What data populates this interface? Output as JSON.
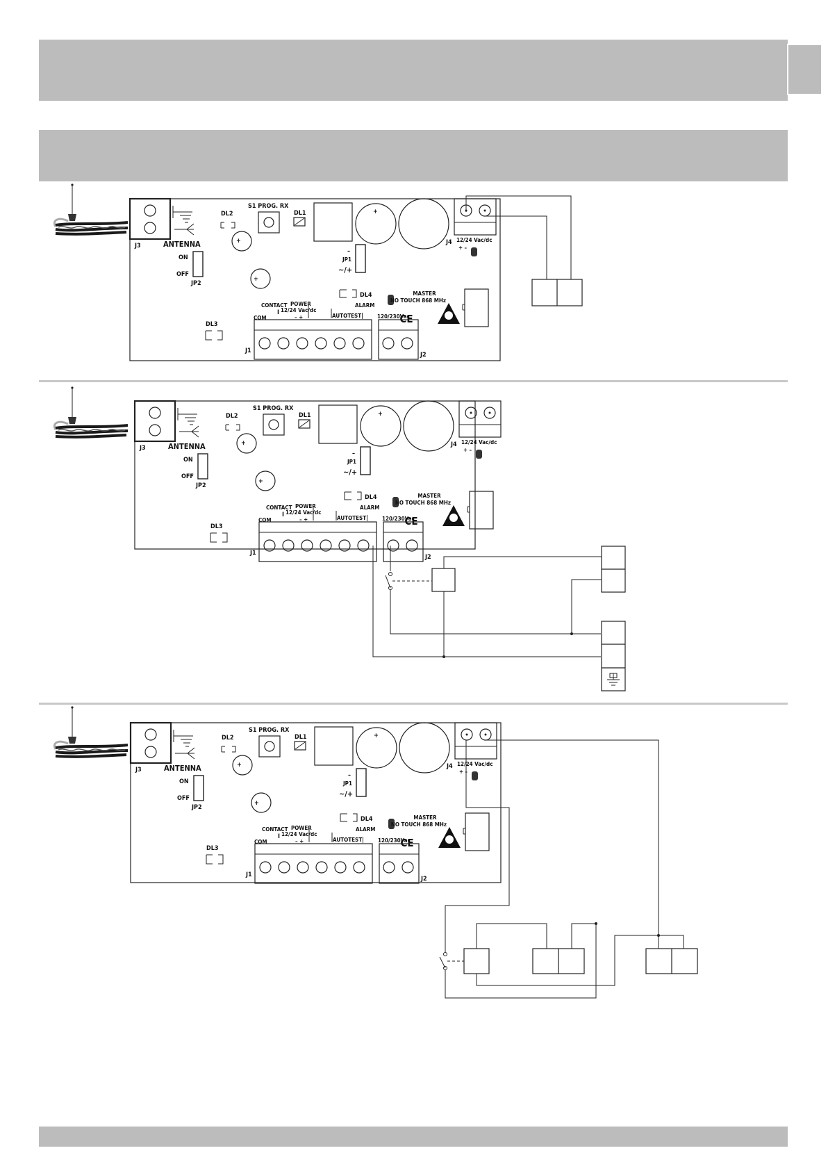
{
  "header": {
    "page_box": ""
  },
  "board": {
    "antenna": "ANTENNA",
    "on": "ON",
    "off": "OFF",
    "jp2": "JP2",
    "j3": "J3",
    "dl1": "DL1",
    "dl2": "DL2",
    "dl3": "DL3",
    "dl4": "DL4",
    "prog": "S1 PROG. RX",
    "jp1": "JP1",
    "ac_dc": "~/+",
    "minus": "–",
    "j4": "J4",
    "j4_voltage": "12/24 Vac/dc",
    "j4_pm": "+  –",
    "alarm": "ALARM",
    "master": "MASTER",
    "model": "NO TOUCH 868 MHz",
    "ce": "CE",
    "mains": "120/230Vac",
    "j2": "J2",
    "j1": "J1",
    "com": "COM",
    "contact": "CONTACT",
    "contact_bar": "I",
    "power": "POWER",
    "power_voltage": "12/24 Vac/dc",
    "power_pm": "–      +",
    "autotest": "AUTOTEST",
    "autotest_bar": "|"
  },
  "colors": {
    "band": "#bcbcbc",
    "line": "#222222",
    "separator": "#c8c8c8"
  },
  "icons": [
    "antenna-icon",
    "ground-icon",
    "earth-icon",
    "esd-warning-icon",
    "switch-icon"
  ]
}
